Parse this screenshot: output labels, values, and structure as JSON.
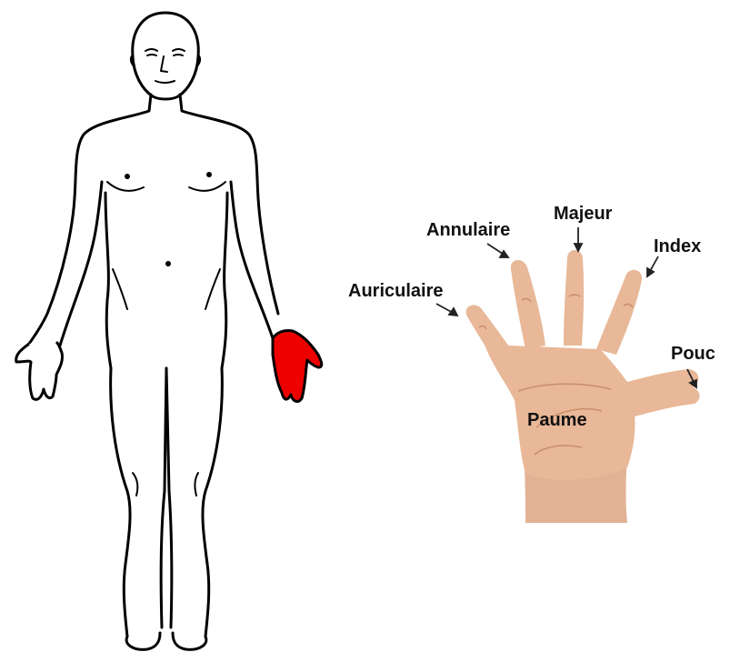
{
  "colors": {
    "outline": "#000000",
    "highlight": "#ee0000",
    "skin": "#e8b898",
    "skin_shadow": "#c98d6c"
  },
  "body_figure": {
    "highlighted_region": "right hand"
  },
  "hand_labels": {
    "auriculaire": "Auriculaire",
    "annulaire": "Annulaire",
    "majeur": "Majeur",
    "index": "Index",
    "pouce": "Pouc",
    "paume": "Paume"
  }
}
